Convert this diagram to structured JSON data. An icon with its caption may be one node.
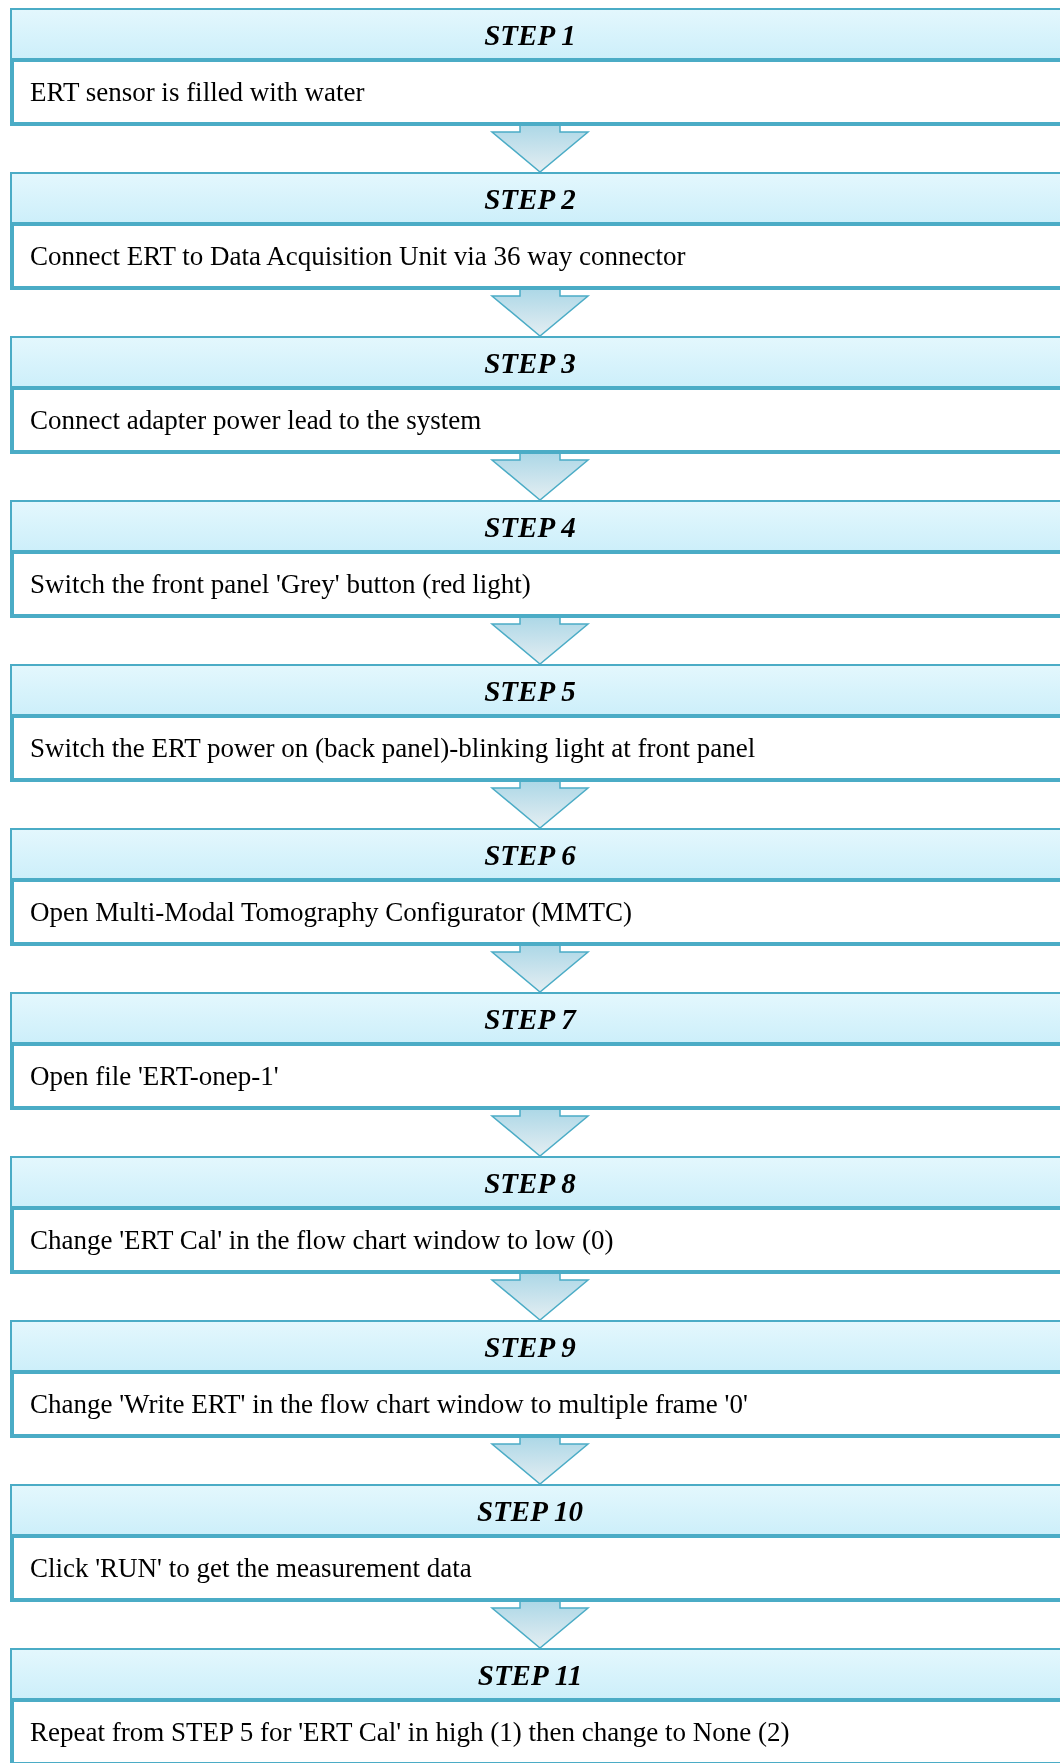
{
  "diagram": {
    "nodes": [
      {
        "text": [
          "STEP 1",
          "ERT sensor is filled with water"
        ]
      },
      {
        "text": [
          "STEP 2",
          "Connect ERT to Data Acquisition Unit via 36 way connector"
        ]
      },
      {
        "text": [
          "STEP 3",
          "Connect adapter power lead to the system"
        ]
      },
      {
        "text": [
          "STEP 4",
          "Switch the front panel 'Grey' button (red light)"
        ]
      },
      {
        "text": [
          "STEP 5",
          "Switch the ERT power on (back panel)-blinking light at front panel"
        ]
      },
      {
        "text": [
          "STEP 6",
          "Open Multi-Modal Tomography Configurator (MMTC)"
        ]
      },
      {
        "text": [
          "STEP 7",
          "Open file 'ERT-onep-1'"
        ]
      },
      {
        "text": [
          "STEP 8",
          "Change 'ERT Cal' in the flow chart window to low (0)"
        ]
      },
      {
        "text": [
          "STEP 9",
          "Change 'Write ERT' in the flow chart window to multiple frame '0'"
        ]
      },
      {
        "text": [
          "STEP 10",
          "Click 'RUN' to get the measurement data"
        ]
      },
      {
        "text": [
          "STEP 11",
          "Repeat from STEP 5 for 'ERT Cal' in high (1) then change to None (2)"
        ]
      }
    ],
    "edges": [
      {
        "from": 0,
        "to": 1,
        "arrow": "to"
      },
      {
        "from": 1,
        "to": 2,
        "arrow": "to"
      },
      {
        "from": 2,
        "to": 3,
        "arrow": "to"
      },
      {
        "from": 3,
        "to": 4,
        "arrow": "to"
      },
      {
        "from": 4,
        "to": 5,
        "arrow": "to"
      },
      {
        "from": 5,
        "to": 6,
        "arrow": "to"
      },
      {
        "from": 6,
        "to": 7,
        "arrow": "to"
      },
      {
        "from": 7,
        "to": 8,
        "arrow": "to"
      },
      {
        "from": 8,
        "to": 9,
        "arrow": "to"
      },
      {
        "from": 9,
        "to": 10,
        "arrow": "to"
      }
    ]
  }
}
